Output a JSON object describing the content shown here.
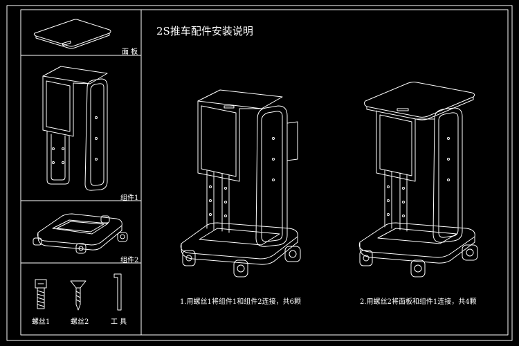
{
  "title": "2S推车配件安装说明",
  "panels": {
    "panel_label": "面 板",
    "assembly1_label": "组件1",
    "assembly2_label": "组件2"
  },
  "parts": {
    "screw1": "螺丝1",
    "screw2": "螺丝2",
    "tool": "工 具"
  },
  "steps": {
    "step1": "1.用螺丝1将组件1和组件2连接，共6颗",
    "step2": "2.用螺丝2将面板和组件1连接，共4颗"
  },
  "colors": {
    "background": "#000000",
    "line": "#ffffff"
  }
}
